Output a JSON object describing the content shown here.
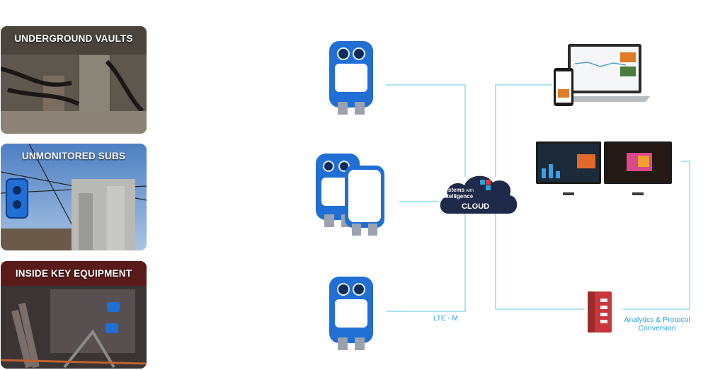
{
  "panels": {
    "vaults": "UNDERGROUND VAULTS",
    "subs": "UNMONITORED SUBS",
    "equipment": "INSIDE KEY EQUIPMENT"
  },
  "cloud": {
    "brand_line1": "systems",
    "brand_with": "with",
    "brand_line2": "intelligence",
    "label": "CLOUD"
  },
  "network_label": "LTE - M",
  "gateway_label": "Analytics & Protocol Conversion",
  "colors": {
    "connector": "#5ac8ea",
    "cloud_fill": "#1f2a4a",
    "device_blue": "#1f6fd4",
    "label_blue": "#2aa3d9",
    "gateway_red": "#c9373a"
  }
}
